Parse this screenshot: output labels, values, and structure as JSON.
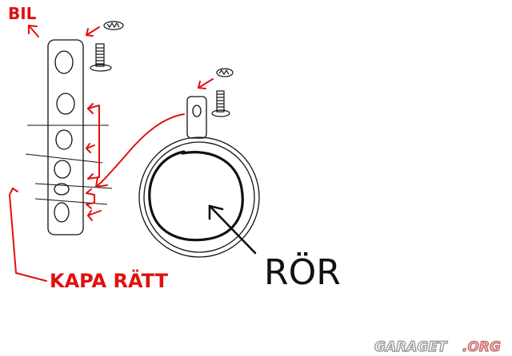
{
  "labels": {
    "bil": "BIL",
    "kapa_ratt": "KAPA RÄTT",
    "ror": "RÖR"
  },
  "watermark": {
    "part1": "GARAGET",
    "part2": ".ORG"
  },
  "colors": {
    "ink": "#111111",
    "red": "#e01010",
    "background": "#ffffff"
  }
}
